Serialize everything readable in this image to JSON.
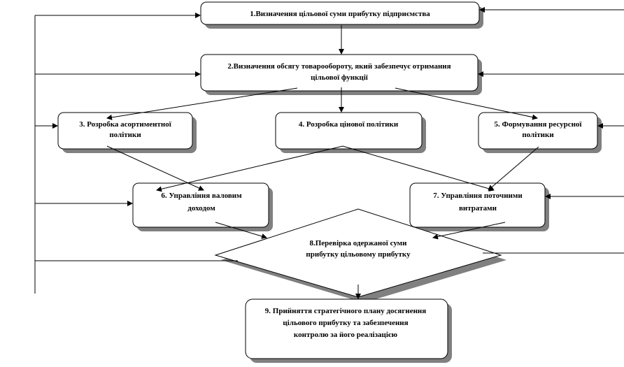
{
  "diagram": {
    "nodes": [
      {
        "id": "1",
        "lines": [
          "1.Визначення цільової суми прибутку підприємства"
        ]
      },
      {
        "id": "2",
        "lines": [
          "2.Визначення обсягу товарообороту, який забезпечує отримання",
          "цільової функції"
        ]
      },
      {
        "id": "3",
        "lines": [
          "3. Розробка асортиментної",
          "політики"
        ]
      },
      {
        "id": "4",
        "lines": [
          "4. Розробка цінової політики"
        ]
      },
      {
        "id": "5",
        "lines": [
          "5. Формування ресурсної",
          "політики"
        ]
      },
      {
        "id": "6",
        "lines": [
          "6. Управління валовим",
          "доходом"
        ]
      },
      {
        "id": "7",
        "lines": [
          "7. Управління поточними",
          "витратами"
        ]
      },
      {
        "id": "8",
        "lines": [
          "8.Перевірка одержаної суми",
          "прибутку цільовому прибутку"
        ]
      },
      {
        "id": "9",
        "lines": [
          "9. Прийняття стратегічного плану досягнення",
          "цільового прибутку та забезпечення",
          "контролю за його реалізацією"
        ]
      }
    ],
    "colors": {
      "line": "#000000",
      "shadow": "#808080",
      "fill": "#ffffff"
    }
  }
}
